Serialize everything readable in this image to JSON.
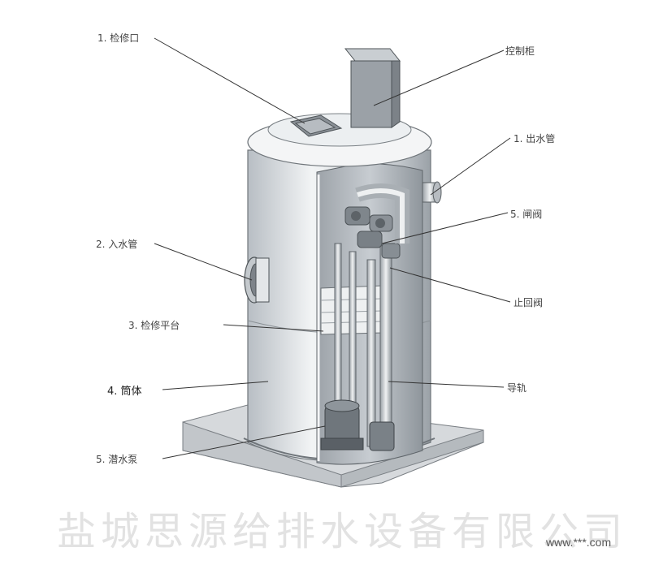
{
  "diagram": {
    "labels": {
      "inspection_port": "1. 检修口",
      "control_cabinet": "控制柜",
      "outlet_pipe": "1. 出水管",
      "valve": "5. 闸阀",
      "inlet_pipe": "2. 入水管",
      "check_valve": "止回阀",
      "service_platform": "3. 检修平台",
      "guide_rail": "导轨",
      "barrel": "4. 筒体",
      "submersible_pump": "5. 潜水泵"
    }
  },
  "footer": {
    "company_name": "盐城思源给排水设备有限公司",
    "website": "www.***.com"
  },
  "colors": {
    "tank_light": "#eef1f3",
    "tank_mid": "#c9ced3",
    "tank_dark": "#8e959b",
    "base": "#d9dcdf",
    "leader_line": "#333333",
    "watermark": "#e2e2e2"
  }
}
